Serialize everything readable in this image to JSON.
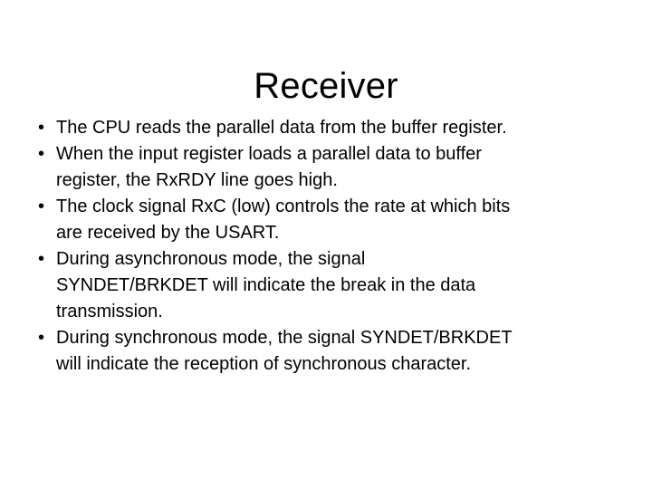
{
  "slide": {
    "title": "Receiver",
    "background_color": "#FFFFFF",
    "text_color": "#000000",
    "bullet_glyph": "•",
    "bullets": [
      {
        "text": "The CPU reads the parallel data from the buffer register."
      },
      {
        "text": "When the input register loads a parallel data to buffer\nregister, the RxRDY line goes high."
      },
      {
        "text": "The clock signal RxC (low) controls the rate at which bits\nare received by the USART."
      },
      {
        "text": "During asynchronous mode, the signal\nSYNDET/BRKDET will indicate the break in the data\ntransmission."
      },
      {
        "text": "During synchronous mode, the signal SYNDET/BRKDET\nwill indicate the reception of synchronous character."
      }
    ]
  }
}
